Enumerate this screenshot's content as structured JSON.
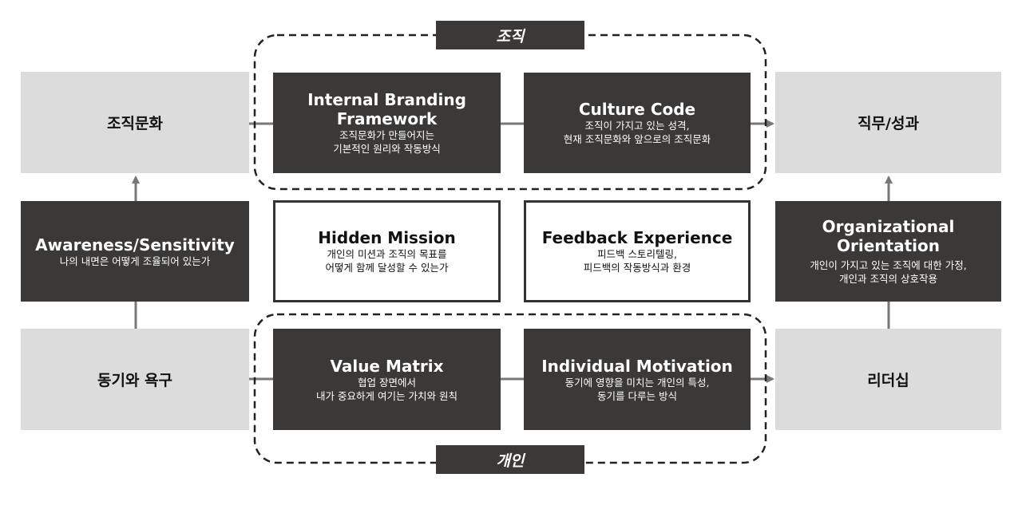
{
  "groups": {
    "organization": "조직",
    "individual": "개인"
  },
  "outer": {
    "org_culture": "조직문화",
    "job_performance": "직무/성과",
    "motivation_needs": "동기와 욕구",
    "leadership": "리더십"
  },
  "awareness": {
    "title": "Awareness/Sensitivity",
    "desc": "나의 내면은 어떻게 조율되어 있는가"
  },
  "orientation": {
    "title": "Organizational\nOrientation",
    "desc": "개인이 가지고 있는 조직에 대한 가정,\n개인과 조직의 상호작용"
  },
  "internal_branding": {
    "title": "Internal Branding\nFramework",
    "desc": "조직문화가 만들어지는\n기본적인 원리와 작동방식"
  },
  "culture_code": {
    "title": "Culture Code",
    "desc": "조직이 가지고 있는 성격,\n현재 조직문화와 앞으로의 조직문화"
  },
  "hidden_mission": {
    "title": "Hidden Mission",
    "desc": "개인의 미션과 조직의 목표를\n어떻게 함께 달성할 수 있는가"
  },
  "feedback_experience": {
    "title": "Feedback Experience",
    "desc": "피드백 스토리텔링,\n피드백의 작동방식과 환경"
  },
  "value_matrix": {
    "title": "Value Matrix",
    "desc": "협업 장면에서\n내가 중요하게 여기는 가치와 원칙"
  },
  "individual_motivation": {
    "title": "Individual Motivation",
    "desc": "동기에 영향을 미치는 개인의 특성,\n동기를 다루는 방식"
  }
}
